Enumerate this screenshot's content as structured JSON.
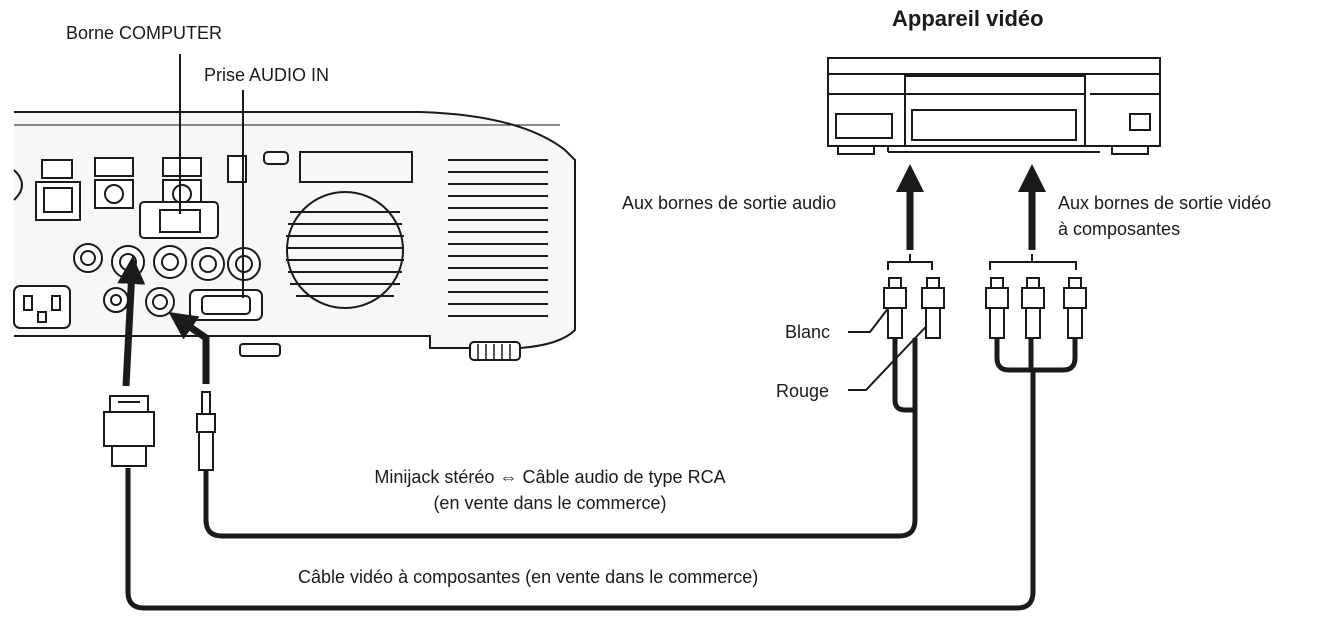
{
  "labels": {
    "borne_computer": "Borne COMPUTER",
    "prise_audio_in": "Prise AUDIO IN",
    "appareil_video": "Appareil vidéo",
    "sortie_audio": "Aux bornes de sortie audio",
    "sortie_video_line1": "Aux bornes de sortie vidéo",
    "sortie_video_line2": "à composantes",
    "blanc": "Blanc",
    "rouge": "Rouge",
    "audio_cable_line1": "Minijack stéréo ⇔ Câble audio de type RCA",
    "audio_cable_line2": "(en vente dans le commerce)",
    "video_cable": "Câble vidéo à composantes (en vente dans le commerce)"
  },
  "colors": {
    "line": "#1a1a1a",
    "fill": "#ffffff",
    "shade": "#d9d9d9"
  }
}
